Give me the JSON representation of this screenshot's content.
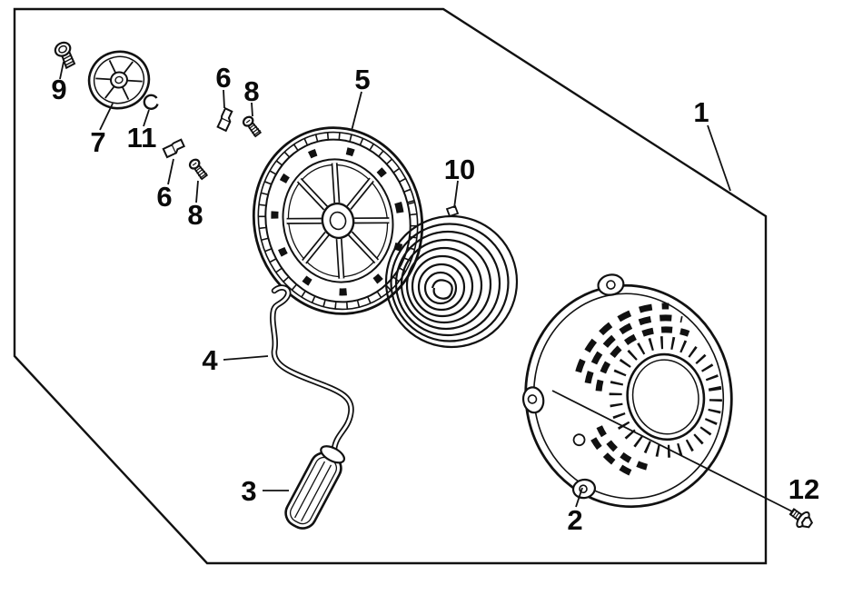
{
  "figure": {
    "kind": "exploded-parts-line-drawing",
    "background_color": "#ffffff",
    "line_color": "#111111",
    "callouts": {
      "c1": "1",
      "c2": "2",
      "c3": "3",
      "c4": "4",
      "c5": "5",
      "c6": "6",
      "c7": "7",
      "c8": "8",
      "c9": "9",
      "c10": "10",
      "c11": "11",
      "c12": "12"
    }
  }
}
